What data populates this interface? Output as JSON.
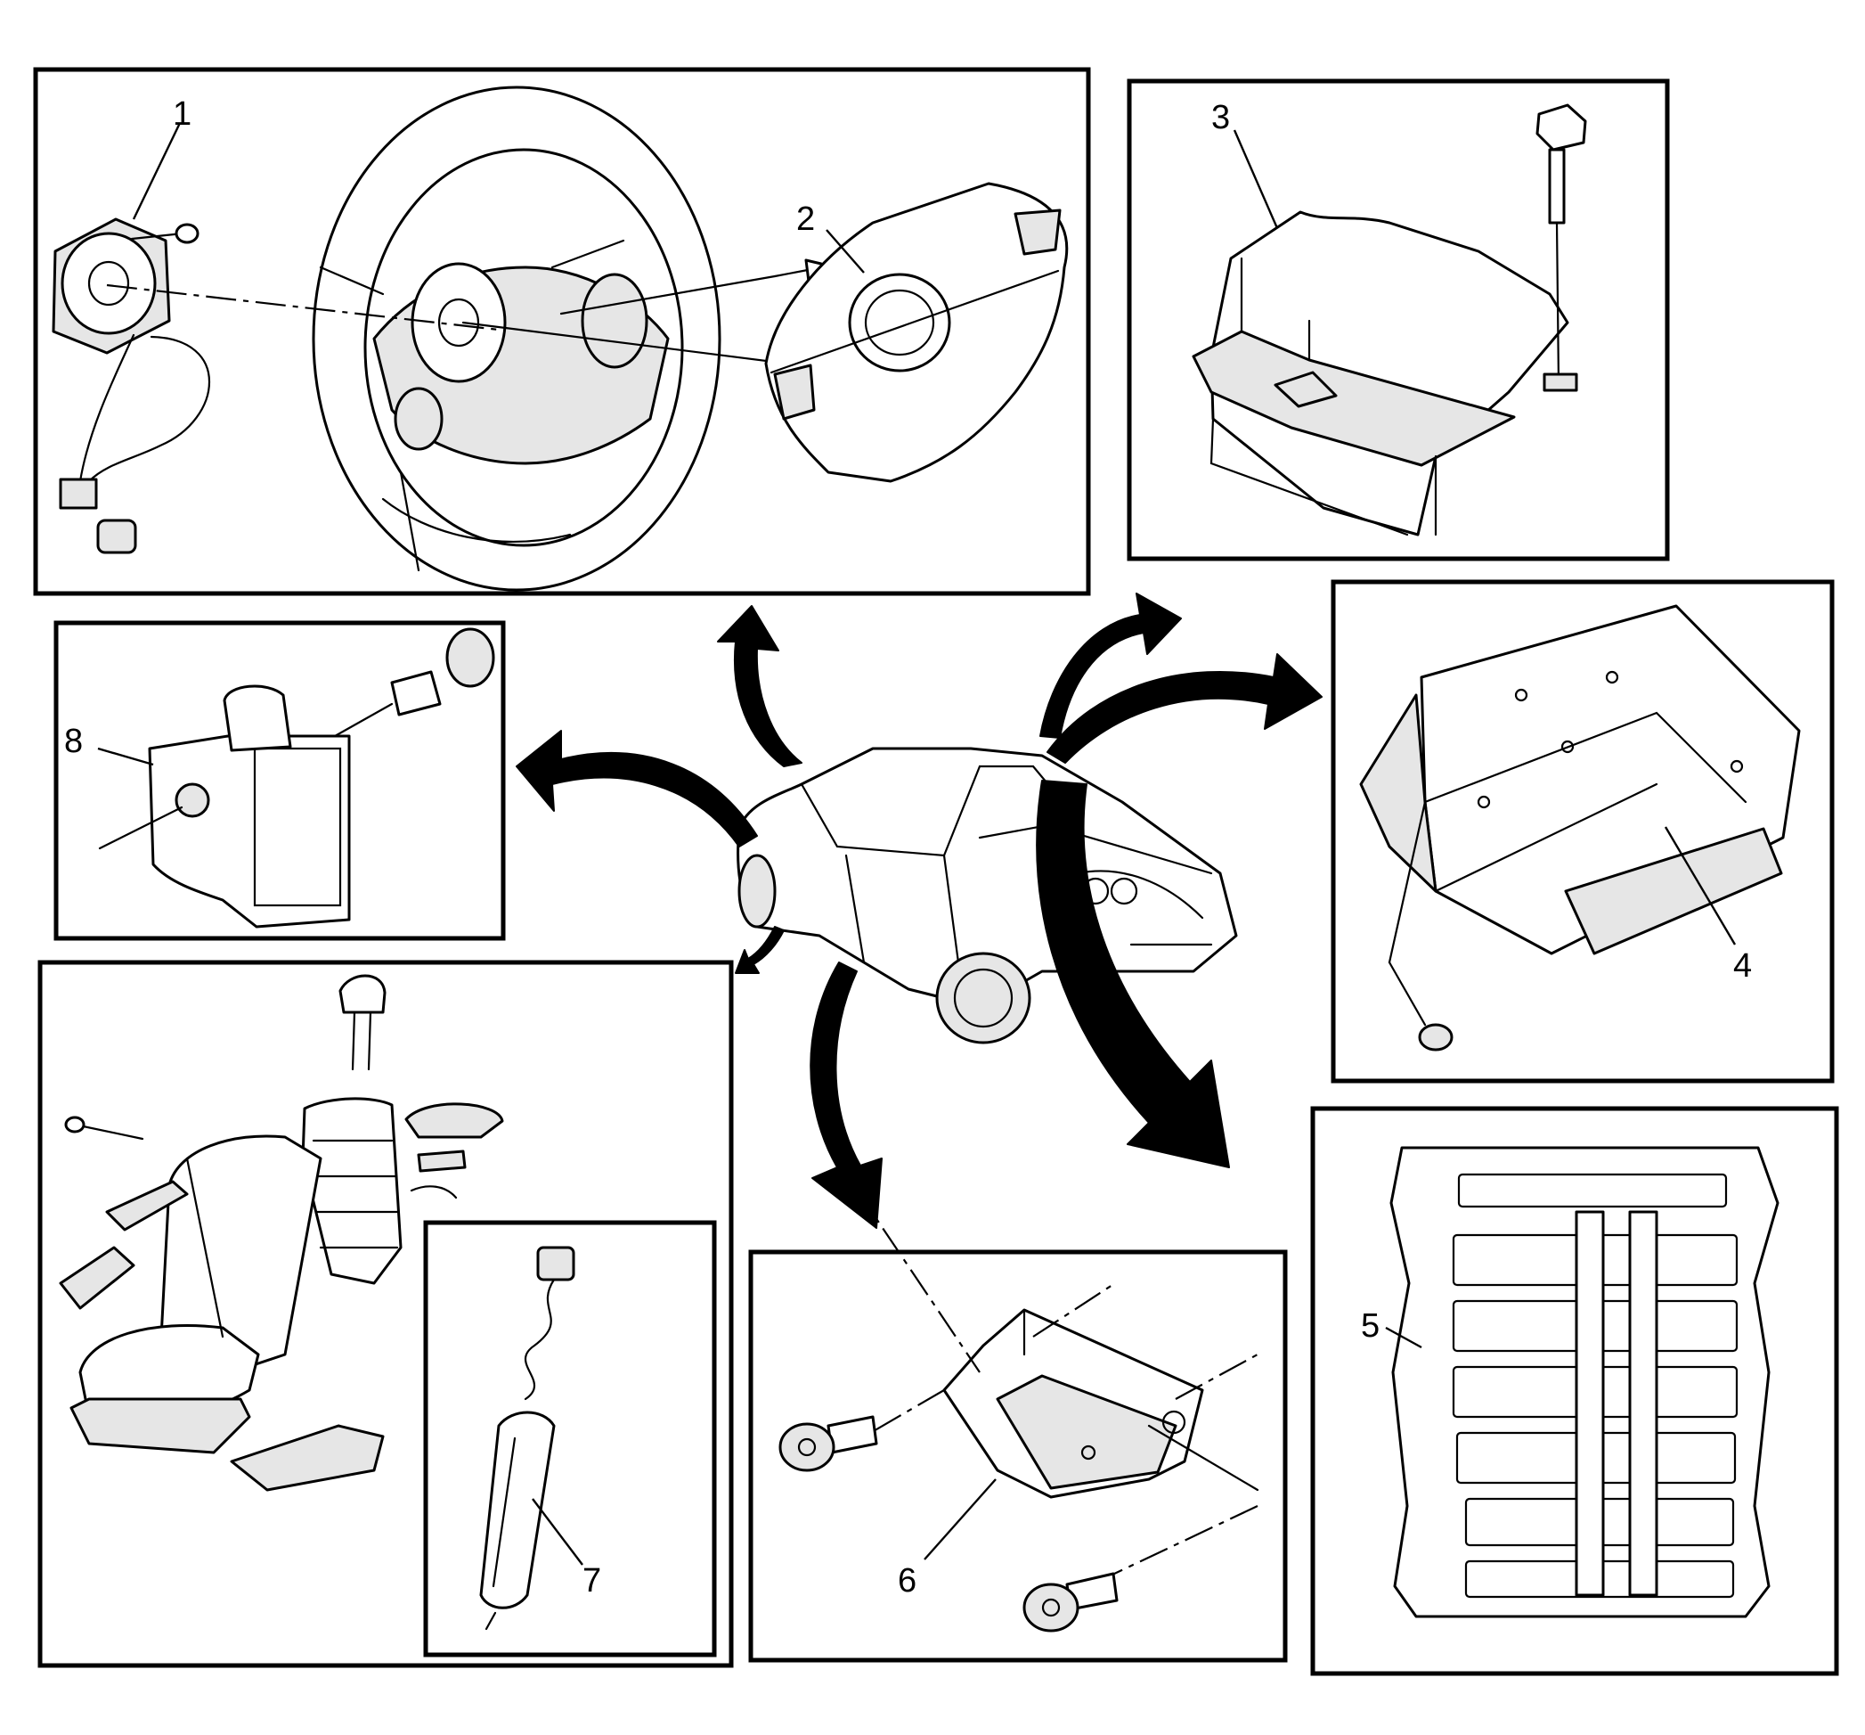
{
  "callouts": {
    "c1": "1",
    "c2": "2",
    "c3": "3",
    "c4": "4",
    "c5": "5",
    "c6": "6",
    "c7": "7",
    "c8": "8"
  },
  "icons": {
    "vehicle": "hatchback-car-icon",
    "arrows": "curved-arrow-icon"
  },
  "colors": {
    "line": "#000000",
    "shade": "#e6e6e6",
    "background": "#ffffff"
  }
}
